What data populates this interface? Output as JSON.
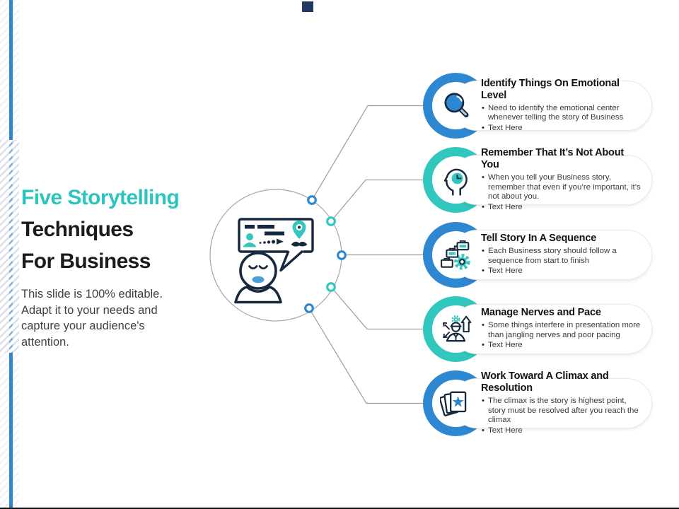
{
  "slide": {
    "title_line1": "Five Storytelling",
    "title_line2": "Techniques",
    "title_line3": "For Business",
    "subtitle": "This slide is 100% editable. Adapt it to your needs and capture your audience's attention."
  },
  "items": [
    {
      "title": "Identify Things On Emotional Level",
      "bullets": [
        "Need to identify the emotional center whenever telling the story of Business",
        "Text Here"
      ],
      "color": "#2E87D1",
      "icon": "magnifier-icon"
    },
    {
      "title": "Remember That It’s Not About You",
      "bullets": [
        "When you tell your Business story, remember that even if you’re important, it’s not about you.",
        "Text Here"
      ],
      "color": "#31C7BE",
      "icon": "head-clock-icon"
    },
    {
      "title": "Tell Story In A Sequence",
      "bullets": [
        "Each Business story should follow a sequence from start to finish",
        "Text Here"
      ],
      "color": "#2E87D1",
      "icon": "flowchart-gear-icon"
    },
    {
      "title": "Manage Nerves and Pace",
      "bullets": [
        "Some things interfere in presentation more than jangling nerves and poor pacing",
        "Text Here"
      ],
      "color": "#31C7BE",
      "icon": "presenter-arrows-icon"
    },
    {
      "title": "Work Toward A Climax and Resolution",
      "bullets": [
        "The climax is the story is highest point, story must be resolved after you reach the climax",
        "Text Here"
      ],
      "color": "#2E87D1",
      "icon": "cards-star-icon"
    }
  ],
  "colors": {
    "blue": "#2E87D1",
    "teal": "#31C7BE",
    "title_teal": "#2CC4BF",
    "outline_dark": "#17293E",
    "connector_gray": "#9B9B9B",
    "accent_square": "#1F3864",
    "lips_blue": "#4A9FD4"
  }
}
